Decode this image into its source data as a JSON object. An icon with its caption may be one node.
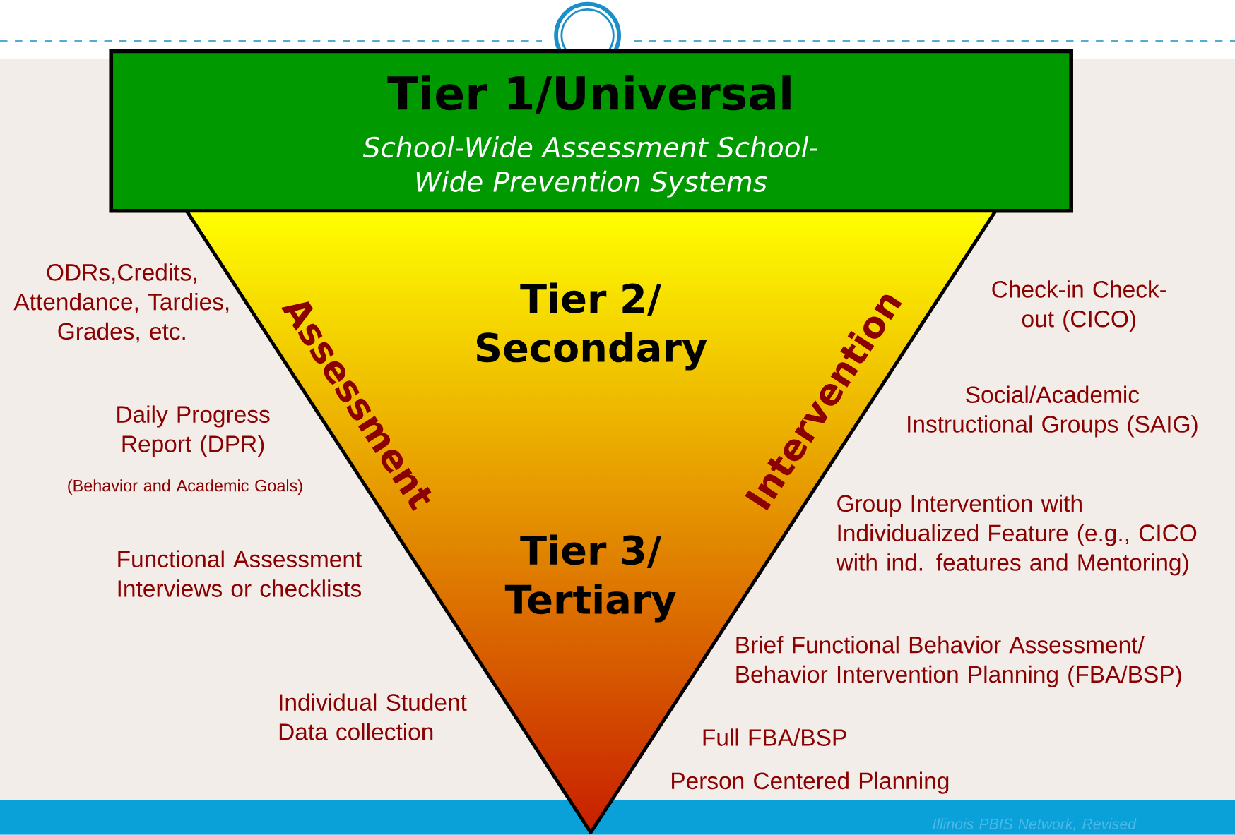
{
  "diagram": {
    "nodes": [
      {
        "text": [
          "Tier 1/Universal",
          "School-Wide Assessment School-Wide Prevention Systems"
        ]
      },
      {
        "text": [
          "Tier 2/ Secondary",
          "Tier 3/ Tertiary",
          "Assessment",
          "Intervention"
        ]
      }
    ],
    "labels": [
      "ODRs,Credits, Attendance, Tardies, Grades, etc.",
      "Daily Progress Report (DPR)",
      "(Behavior and Academic Goals)",
      "Functional Assessment Interviews or checklists",
      "Individual Student Data collection",
      "Check-in Check-out (CICO)",
      "Social/Academic Instructional Groups (SAIG)",
      "Group Intervention with Individualized Feature (e.g., CICO with ind. features and Mentoring)",
      "Brief Functional Behavior Assessment/ Behavior Intervention Planning (FBA/BSP)",
      "Full FBA/BSP",
      "Person Centered Planning",
      "Illinois PBIS Network, Revised"
    ]
  }
}
